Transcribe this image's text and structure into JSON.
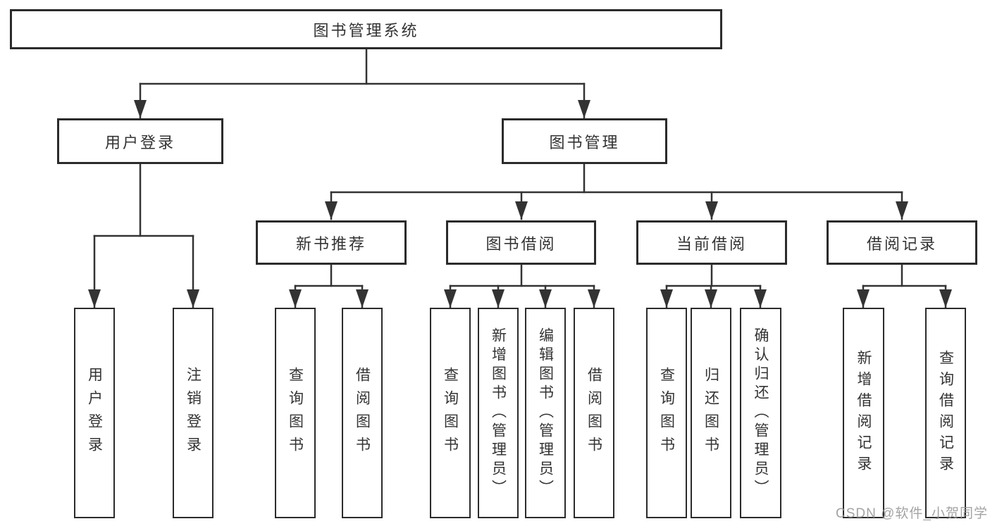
{
  "diagram": {
    "title": "图书管理系统",
    "tree": {
      "label": "图书管理系统",
      "children": [
        {
          "label": "用户登录",
          "children": [
            {
              "label": "用户登录"
            },
            {
              "label": "注销登录"
            }
          ]
        },
        {
          "label": "图书管理",
          "children": [
            {
              "label": "新书推荐",
              "children": [
                {
                  "label": "查询图书"
                },
                {
                  "label": "借阅图书"
                }
              ]
            },
            {
              "label": "图书借阅",
              "children": [
                {
                  "label": "查询图书"
                },
                {
                  "label": "新增图书（管理员）"
                },
                {
                  "label": "编辑图书（管理员）"
                },
                {
                  "label": "借阅图书"
                }
              ]
            },
            {
              "label": "当前借阅",
              "children": [
                {
                  "label": "查询图书"
                },
                {
                  "label": "归还图书"
                },
                {
                  "label": "确认归还（管理员）"
                }
              ]
            },
            {
              "label": "借阅记录",
              "children": [
                {
                  "label": "新增借阅记录"
                },
                {
                  "label": "查询借阅记录"
                }
              ]
            }
          ]
        }
      ]
    },
    "colors": {
      "line": "#333333",
      "box_border": "#2b2b2b",
      "text": "#333333",
      "background": "#ffffff",
      "watermark": "#969696"
    }
  },
  "watermark": {
    "text": "CSDN @软件_小贺同学"
  }
}
